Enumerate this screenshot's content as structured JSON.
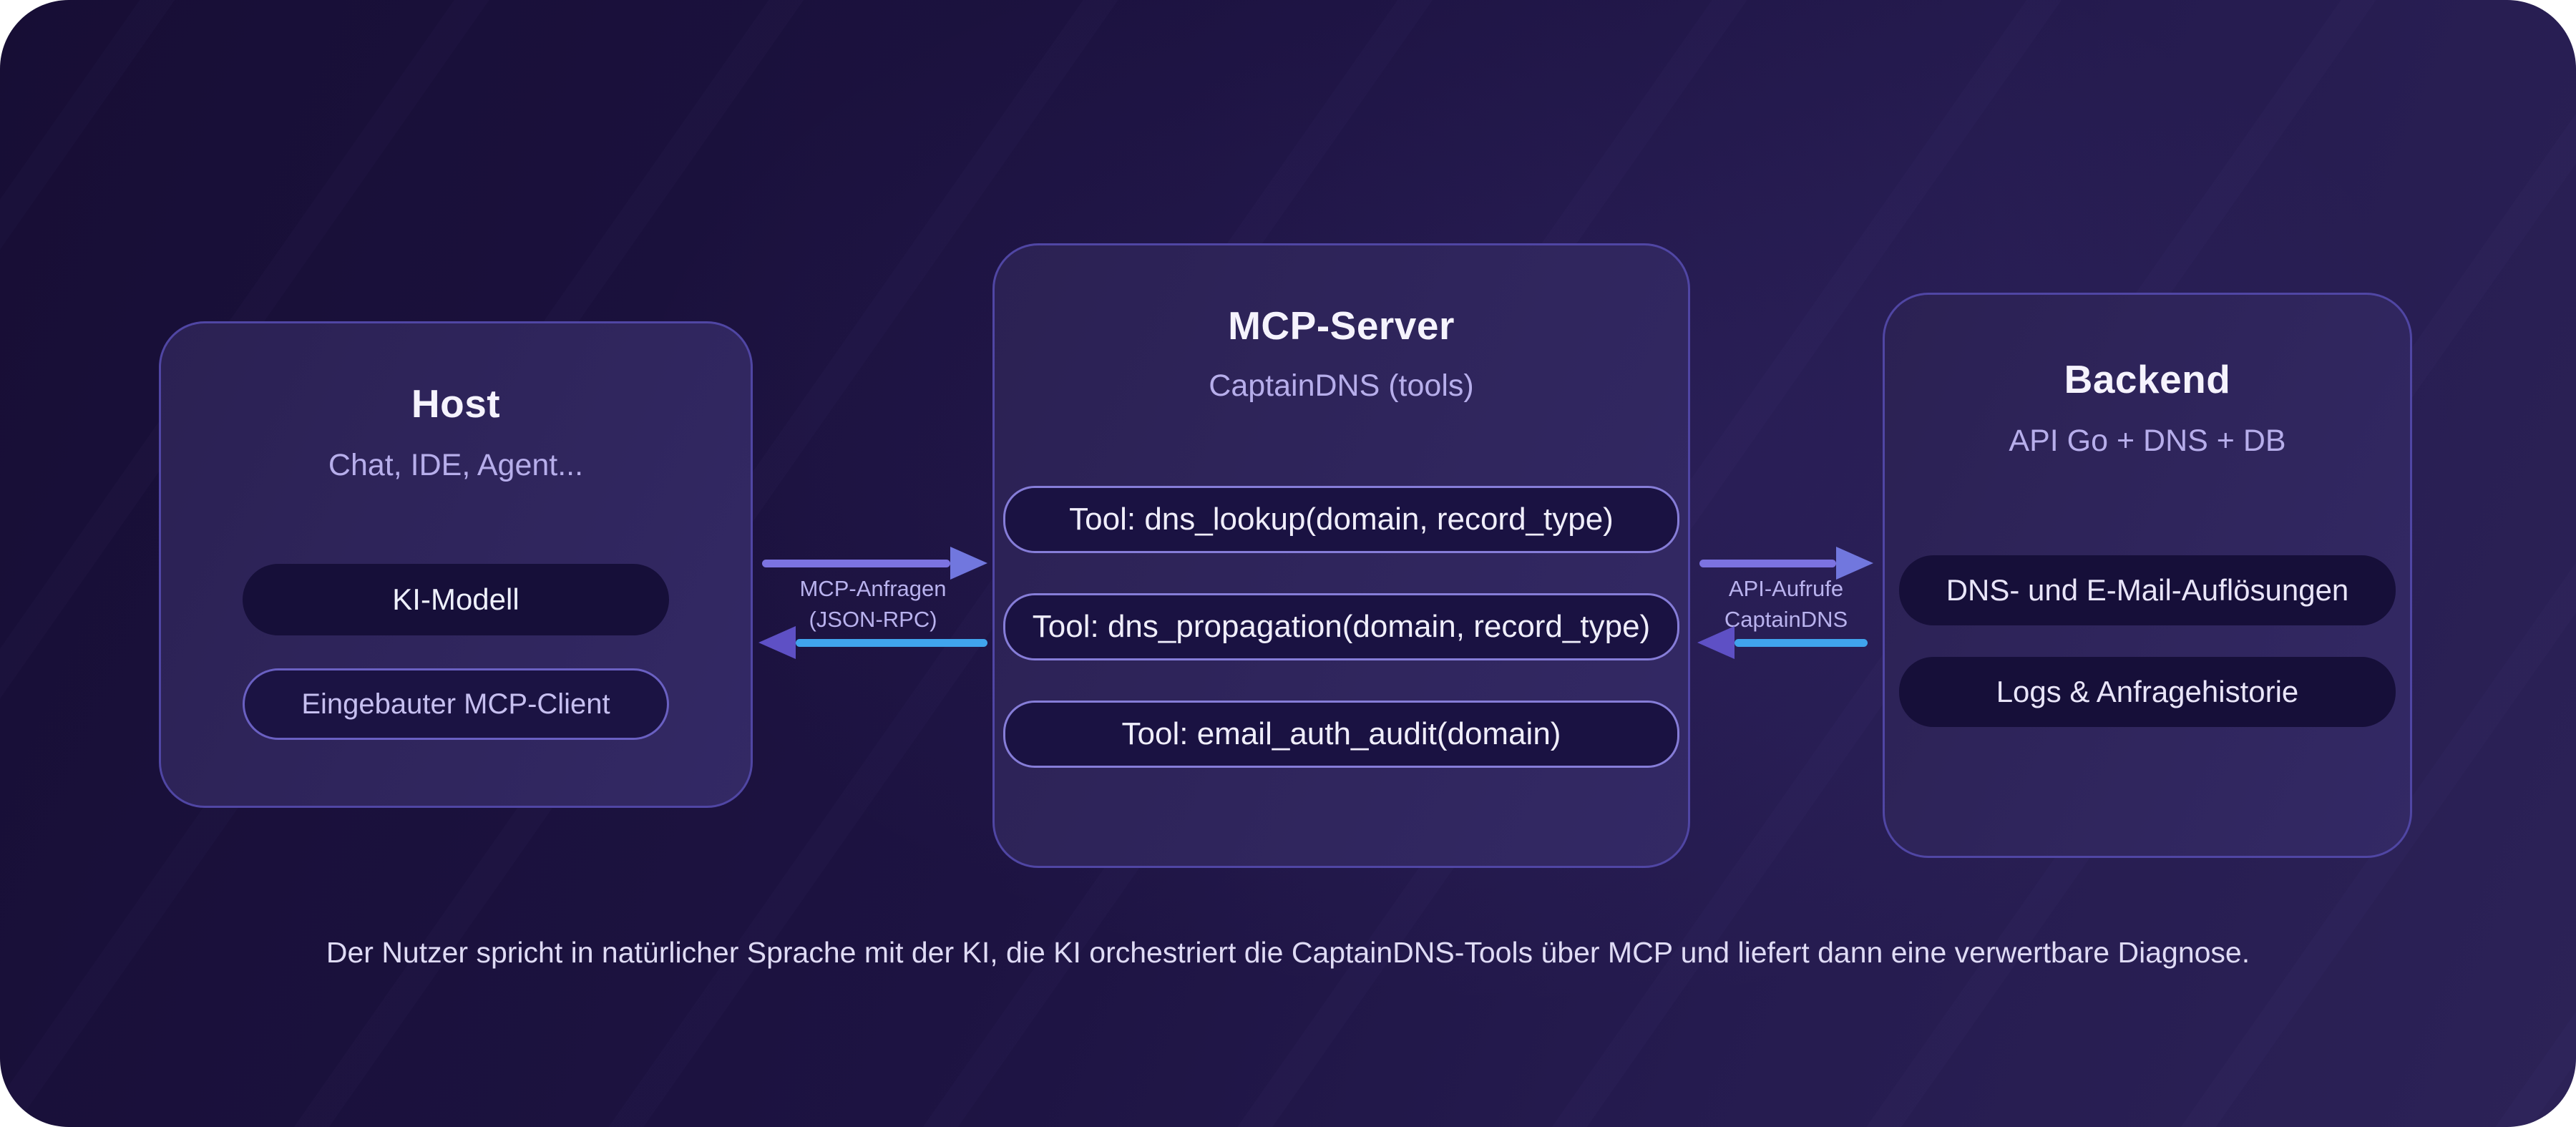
{
  "diagram": {
    "boxes": {
      "host": {
        "title": "Host",
        "subtitle": "Chat, IDE, Agent...",
        "items": [
          {
            "label": "KI-Modell"
          },
          {
            "label": "Eingebauter MCP-Client"
          }
        ]
      },
      "mcp_server": {
        "title": "MCP-Server",
        "subtitle": "CaptainDNS (tools)",
        "tools": [
          {
            "label": "Tool: dns_lookup(domain, record_type)"
          },
          {
            "label": "Tool: dns_propagation(domain, record_type)"
          },
          {
            "label": "Tool: email_auth_audit(domain)"
          }
        ]
      },
      "backend": {
        "title": "Backend",
        "subtitle": "API Go + DNS + DB",
        "items": [
          {
            "label": "DNS- und E-Mail-Auflösungen"
          },
          {
            "label": "Logs & Anfragehistorie"
          }
        ]
      }
    },
    "connections": {
      "host_mcp": {
        "line1": "MCP-Anfragen",
        "line2": "(JSON-RPC)"
      },
      "mcp_backend": {
        "line1": "API-Aufrufe",
        "line2": "CaptainDNS"
      }
    },
    "caption": "Der Nutzer spricht in natürlicher Sprache mit der KI, die KI orchestriert die CaptainDNS-Tools über MCP und liefert dann eine verwertbare Diagnose.",
    "colors": {
      "background": "#1d1343",
      "box_fill": "#2d2357",
      "box_border": "#5046a4",
      "pill_dark_fill": "#160f39",
      "tool_pill_border": "#867dd8",
      "arrow_request_purple": "#7c73e1",
      "arrow_response_blue": "#40a4ed",
      "arrowhead_purple": "#5e50c5",
      "title_text": "#f5f3fd",
      "subtitle_text": "#b7aeeb",
      "caption_text": "#dfdbf5"
    }
  }
}
